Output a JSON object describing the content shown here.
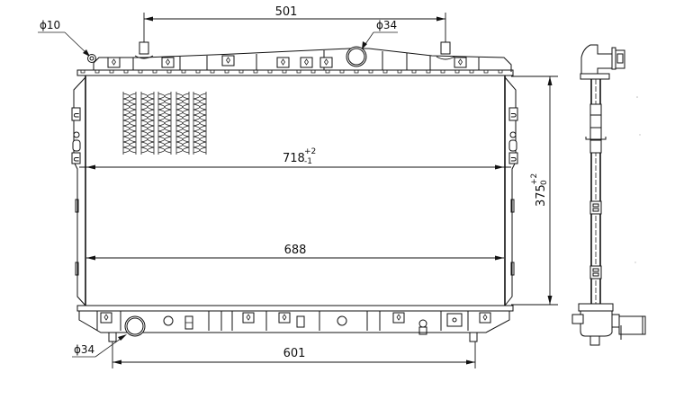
{
  "drawing": {
    "subject": "Radiator technical drawing",
    "views": [
      "front-view",
      "side-view"
    ],
    "stroke_color": "#111111",
    "background": "#ffffff"
  },
  "dimensions": {
    "top_span": {
      "value": "501",
      "description": "distance between top mounting pins"
    },
    "core_width": {
      "value": "718",
      "tol_upper": "+2",
      "tol_lower": "-1"
    },
    "inner_width": {
      "value": "688"
    },
    "bottom_span": {
      "value": "601",
      "description": "distance between bottom mounting pins"
    },
    "core_height": {
      "value": "375",
      "tol_upper": "+2",
      "tol_lower": "0"
    }
  },
  "callouts": {
    "top_left_port": {
      "symbol": "ϕ",
      "value": "10",
      "label": "ϕ10"
    },
    "top_inlet": {
      "symbol": "ϕ",
      "value": "34",
      "label": "ϕ34"
    },
    "bottom_outlet": {
      "symbol": "ϕ",
      "value": "34",
      "label": "ϕ34"
    }
  },
  "fin_pattern": {
    "columns": 5,
    "rows": 9
  }
}
